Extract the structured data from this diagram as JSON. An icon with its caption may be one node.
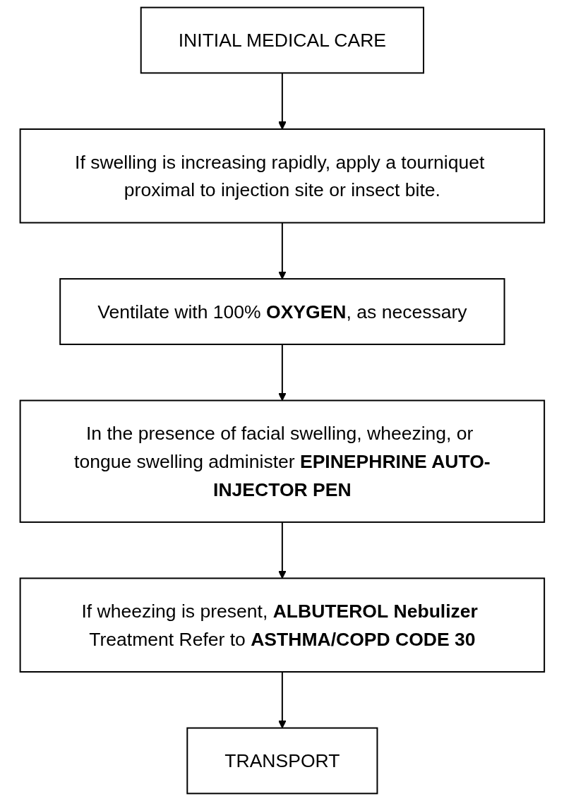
{
  "diagram": {
    "nodes": [
      {
        "text": [
          "INITIAL MEDICAL CARE"
        ]
      },
      {
        "text": [
          "If swelling is increasing rapidly, apply a tourniquet proximal to injection site or insect bite."
        ]
      },
      {
        "text": [
          "Ventilate with 100% **OXYGEN**, as necessary"
        ]
      },
      {
        "text": [
          "In the presence of facial swelling, wheezing, or tongue swelling administer **EPINEPHRINE AUTO-INJECTOR PEN**"
        ]
      },
      {
        "text": [
          "If wheezing is present, **ALBUTEROL** **Nebulizer** Treatment Refer to **ASTHMA/COPD CODE 30**"
        ]
      },
      {
        "text": [
          "TRANSPORT"
        ]
      }
    ],
    "edges": [
      {
        "from": 0,
        "to": 1,
        "arrow": "to"
      },
      {
        "from": 1,
        "to": 2,
        "arrow": "to"
      },
      {
        "from": 2,
        "to": 3,
        "arrow": "to"
      },
      {
        "from": 3,
        "to": 4,
        "arrow": "to"
      },
      {
        "from": 4,
        "to": 5,
        "arrow": "to"
      }
    ]
  }
}
